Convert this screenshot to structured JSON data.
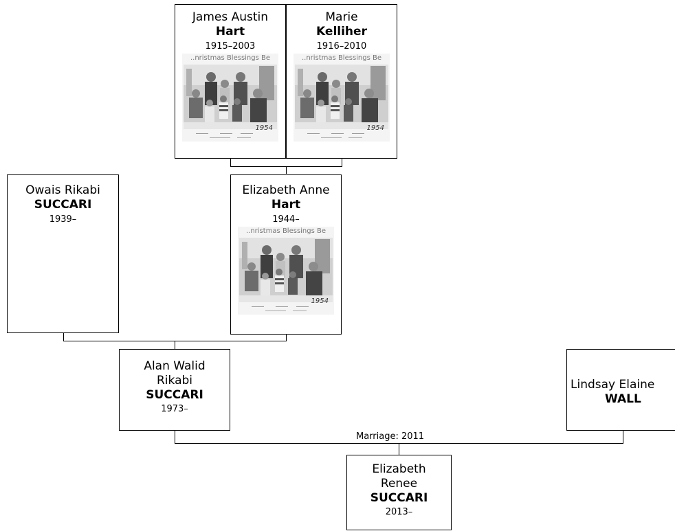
{
  "people": {
    "james": {
      "given": "James Austin",
      "surname": "Hart",
      "years": "1915–2003",
      "photo_caption": "..nristmas Blessings Be",
      "photo_year": "1954"
    },
    "marie": {
      "given": "Marie",
      "surname": "Kelliher",
      "years": "1916–2010",
      "photo_caption": "..nristmas Blessings Be",
      "photo_year": "1954"
    },
    "owais": {
      "given": "Owais Rikabi",
      "surname": "SUCCARI",
      "years": "1939–"
    },
    "elizabeth_anne": {
      "given": "Elizabeth Anne",
      "surname": "Hart",
      "years": "1944–",
      "photo_caption": "..nristmas Blessings Be",
      "photo_year": "1954"
    },
    "alan": {
      "given_line1": "Alan Walid",
      "given_line2": "Rikabi",
      "surname": "SUCCARI",
      "years": "1973–"
    },
    "lindsay": {
      "given": "Lindsay Elaine",
      "surname": "WALL"
    },
    "elizabeth_renee": {
      "given_line1": "Elizabeth",
      "given_line2": "Renee",
      "surname": "SUCCARI",
      "years": "2013–"
    }
  },
  "marriage_label": "Marriage: 2011"
}
